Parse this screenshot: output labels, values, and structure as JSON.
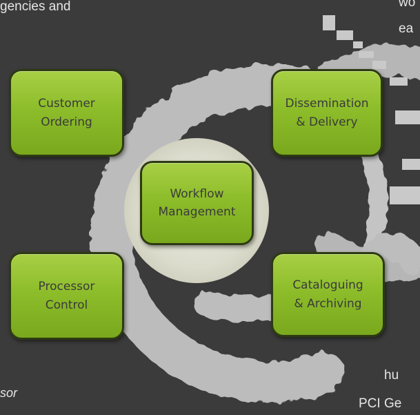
{
  "background_fragments": {
    "top_left": "gencies and",
    "top_right_1": "wo",
    "top_right_2": "ea",
    "bottom_left": "sor",
    "bottom_right_1": "hu",
    "bottom_right_2": "PCI Ge"
  },
  "diagram": {
    "center": {
      "line1": "Workflow",
      "line2": "Management"
    },
    "nodes": [
      {
        "id": "customer-ordering",
        "line1": "Customer",
        "line2": "Ordering"
      },
      {
        "id": "dissemination-delivery",
        "line1": "Dissemination",
        "line2": "& Delivery"
      },
      {
        "id": "processor-control",
        "line1": "Processor",
        "line2": "Control"
      },
      {
        "id": "cataloguing-archiving",
        "line1": "Cataloguing",
        "line2": "& Archiving"
      }
    ]
  },
  "colors": {
    "background": "#3b3b3b",
    "box_fill": "#8dbd2a",
    "box_border": "#2d3a12",
    "ring": "#bdbdbd"
  }
}
